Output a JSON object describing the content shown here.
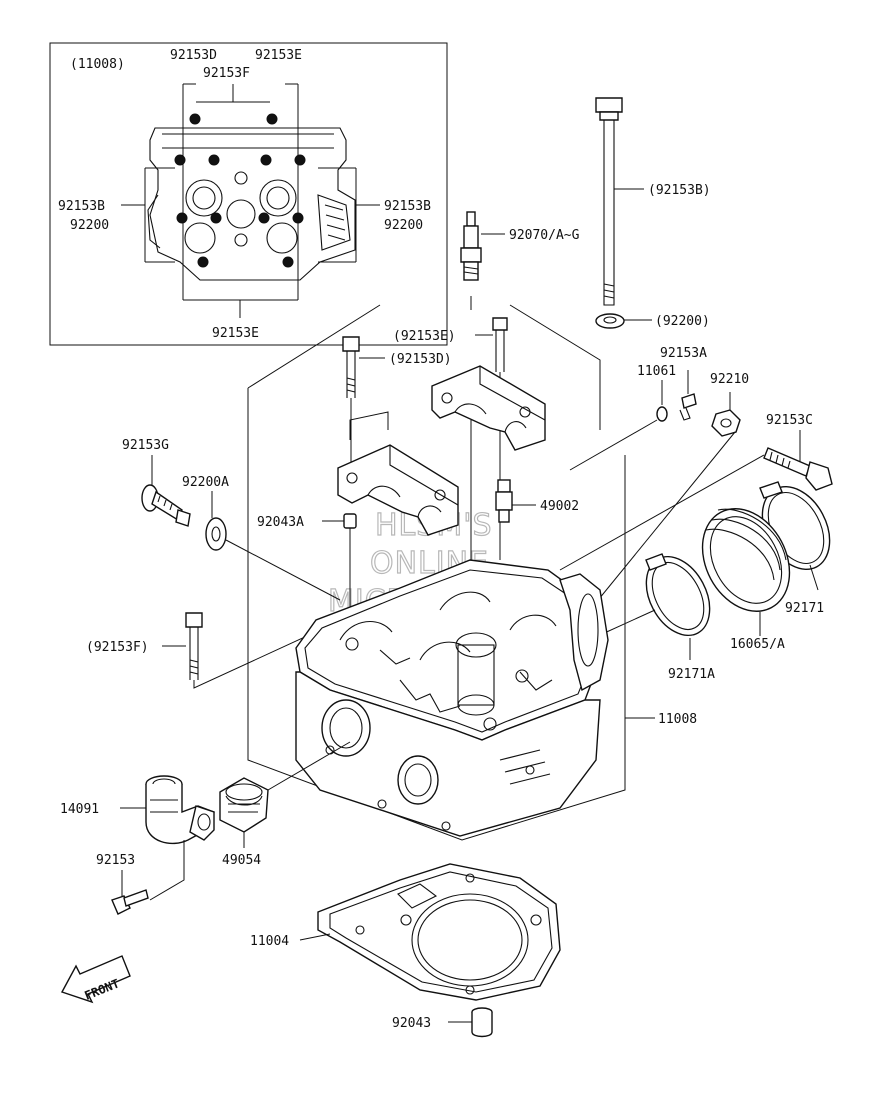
{
  "inset": {
    "ref": "(11008)",
    "labels": [
      "92153D",
      "92153E",
      "92153F",
      "92153B",
      "92200",
      "92153B",
      "92200",
      "92153E"
    ]
  },
  "callouts": [
    {
      "id": "c-92153B-paren",
      "text": "(92153B)"
    },
    {
      "id": "c-92070",
      "text": "92070/A~G"
    },
    {
      "id": "c-92200-paren",
      "text": "(92200)"
    },
    {
      "id": "c-92153E-paren",
      "text": "(92153E)"
    },
    {
      "id": "c-92153D-paren",
      "text": "(92153D)"
    },
    {
      "id": "c-92153A",
      "text": "92153A"
    },
    {
      "id": "c-11061",
      "text": "11061"
    },
    {
      "id": "c-92210",
      "text": "92210"
    },
    {
      "id": "c-92153C",
      "text": "92153C"
    },
    {
      "id": "c-92153G",
      "text": "92153G"
    },
    {
      "id": "c-92200A",
      "text": "92200A"
    },
    {
      "id": "c-49002",
      "text": "49002"
    },
    {
      "id": "c-92043A",
      "text": "92043A"
    },
    {
      "id": "c-92171",
      "text": "92171"
    },
    {
      "id": "c-16065",
      "text": "16065/A"
    },
    {
      "id": "c-92153F-paren",
      "text": "(92153F)"
    },
    {
      "id": "c-92171A",
      "text": "92171A"
    },
    {
      "id": "c-11008",
      "text": "11008"
    },
    {
      "id": "c-14091",
      "text": "14091"
    },
    {
      "id": "c-49054",
      "text": "49054"
    },
    {
      "id": "c-92153",
      "text": "92153"
    },
    {
      "id": "c-11004",
      "text": "11004"
    },
    {
      "id": "c-92043",
      "text": "92043"
    }
  ],
  "front_marker": "FRONT",
  "watermark": [
    "HLSM'S",
    "ONLINE",
    "MICROFICHE"
  ]
}
